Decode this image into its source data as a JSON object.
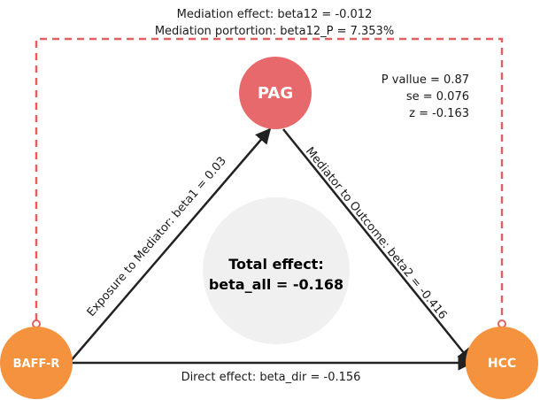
{
  "header": {
    "mediation_effect": "Mediation effect: beta12 = -0.012",
    "mediation_proportion": "Mediation portortion: beta12_P = 7.353%"
  },
  "stats": {
    "p_value": "P vallue = 0.87",
    "se": "se = 0.076",
    "z": "z = -0.163"
  },
  "nodes": {
    "exposure": "BAFF-R",
    "mediator": "PAG",
    "outcome": "HCC"
  },
  "paths": {
    "exposure_to_mediator": "Exposure to Mediator: beta1 = 0.03",
    "mediator_to_outcome": "Mediator to Outcome: beta2 = -0.416",
    "direct": "Direct effect: beta_dir = -0.156"
  },
  "total": {
    "line1": "Total effect:",
    "line2": "beta_all = -0.168"
  },
  "colors": {
    "mediator_node": "#e8696b",
    "exposure_node": "#f5923e",
    "outcome_node": "#f5923e",
    "dashed_path": "#e36060",
    "center_circle": "#f0f0f0",
    "arrow": "#222222"
  }
}
